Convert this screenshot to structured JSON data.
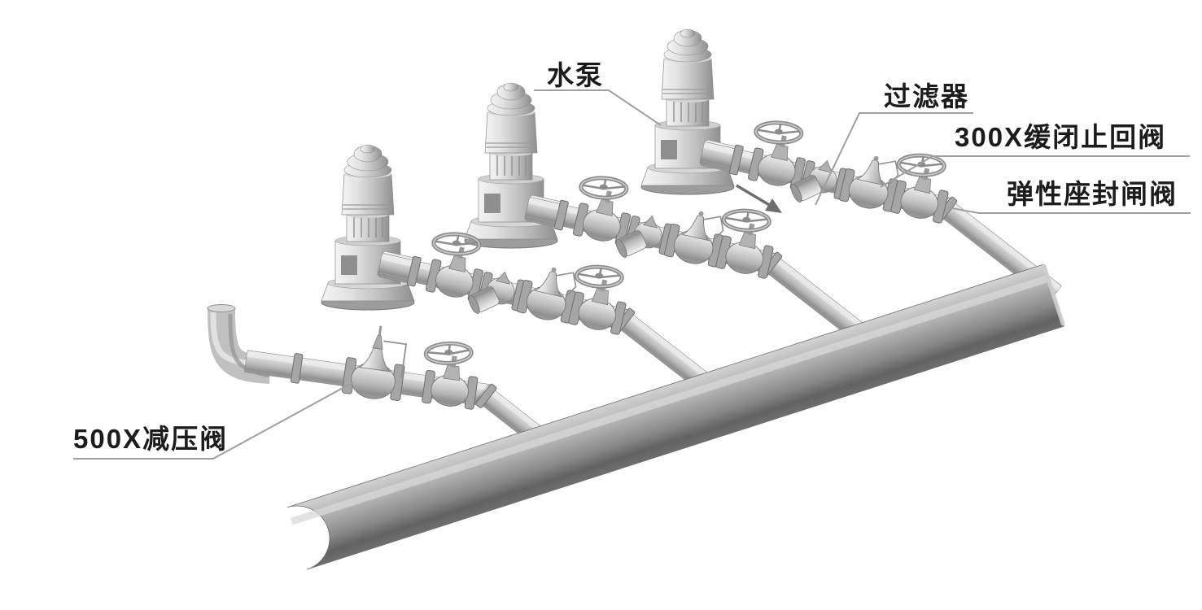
{
  "diagram": {
    "kind": "isometric piping installation illustration",
    "background": "#ffffff",
    "labels": {
      "pump": "水泵",
      "filter": "过滤器",
      "check_valve": "300X缓闭止回阀",
      "gate_valve": "弹性座封闸阀",
      "pressure_reducing_valve": "500X减压阀"
    },
    "colors": {
      "label_text": "#1c1c1c",
      "leader_line": "#9f9f9f",
      "pipe_light": "#f1f1f1",
      "pipe_mid": "#c2c2c2",
      "pipe_dark": "#8e8e8e",
      "header_top": "#d2d2d2",
      "header_bottom": "#5f5f5f",
      "flow_arrow": "#6f6f6f"
    }
  }
}
